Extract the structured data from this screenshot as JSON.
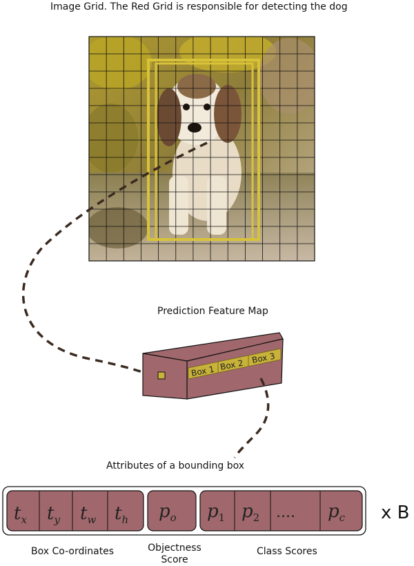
{
  "top_caption": "Image Grid. The Red Grid is responsible for detecting the dog",
  "feature_map_caption": "Prediction Feature Map",
  "box_attributes_caption": "Attributes of a bounding box",
  "feature_map_labels": [
    "Box 1",
    "Box 2",
    "Box 3"
  ],
  "vector": {
    "box_coordinates": [
      "t",
      "t",
      "t",
      "t"
    ],
    "box_coordinates_sub": [
      "x",
      "y",
      "w",
      "h"
    ],
    "objectness": "p",
    "objectness_sub": "o",
    "class_scores": [
      {
        "main": "p",
        "sub": "1"
      },
      {
        "main": "p",
        "sub": "2"
      },
      {
        "main": "....",
        "sub": ""
      },
      {
        "main": "p",
        "sub": "c"
      }
    ],
    "multiplier": "x B"
  },
  "group_labels": {
    "box_coordinates": "Box Co-ordinates",
    "objectness_line1": "Objectness",
    "objectness_line2": "Score",
    "class_scores": "Class Scores"
  },
  "colors": {
    "cell_fill": "#a0686c",
    "grid_line": "#111111",
    "highlight": "#d8c23a",
    "dashed": "#3a2a20"
  }
}
